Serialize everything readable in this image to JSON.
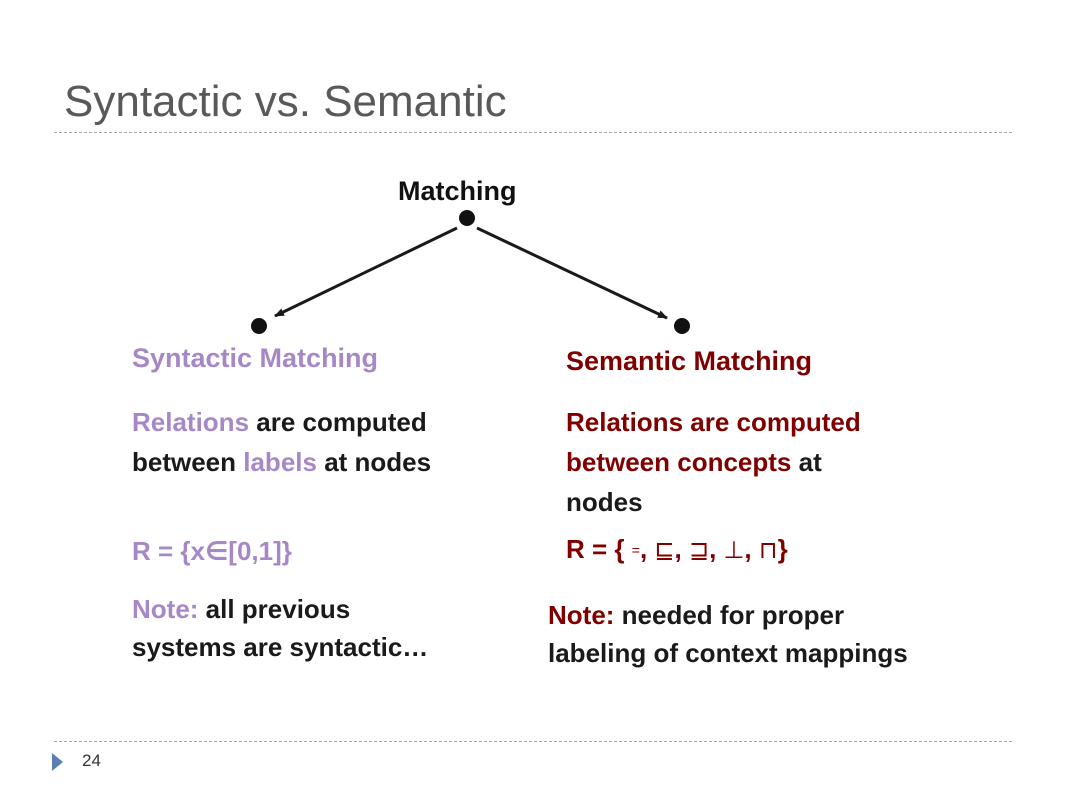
{
  "slide": {
    "title": "Syntactic vs. Semantic",
    "page_number": "24"
  },
  "diagram": {
    "root_label": "Matching",
    "syntactic": {
      "heading": "Syntactic Matching",
      "relations_1": "Relations",
      "relations_2": " are computed between ",
      "relations_3": "labels",
      "relations_4": " at nodes",
      "formula": "R = {x∈[0,1]}",
      "note_label": "Note:",
      "note_text": " all previous systems are syntactic…"
    },
    "semantic": {
      "heading": "Semantic Matching",
      "relations_1": "Relations are computed between ",
      "relations_2": "concepts",
      "relations_3": " at nodes",
      "formula_prefix": "R = { ",
      "sym_eq": "=",
      "sym_sub": "⊑",
      "sym_sup": "⊒",
      "sym_perp": "⊥",
      "sym_meet": "⊓",
      "formula_suffix": "}",
      "sep": ", ",
      "note_label": "Note:",
      "note_text": " needed for proper labeling of context mappings"
    }
  },
  "colors": {
    "syntactic": "#a688c6",
    "semantic": "#800000",
    "bullet": "#5b7fb0"
  }
}
